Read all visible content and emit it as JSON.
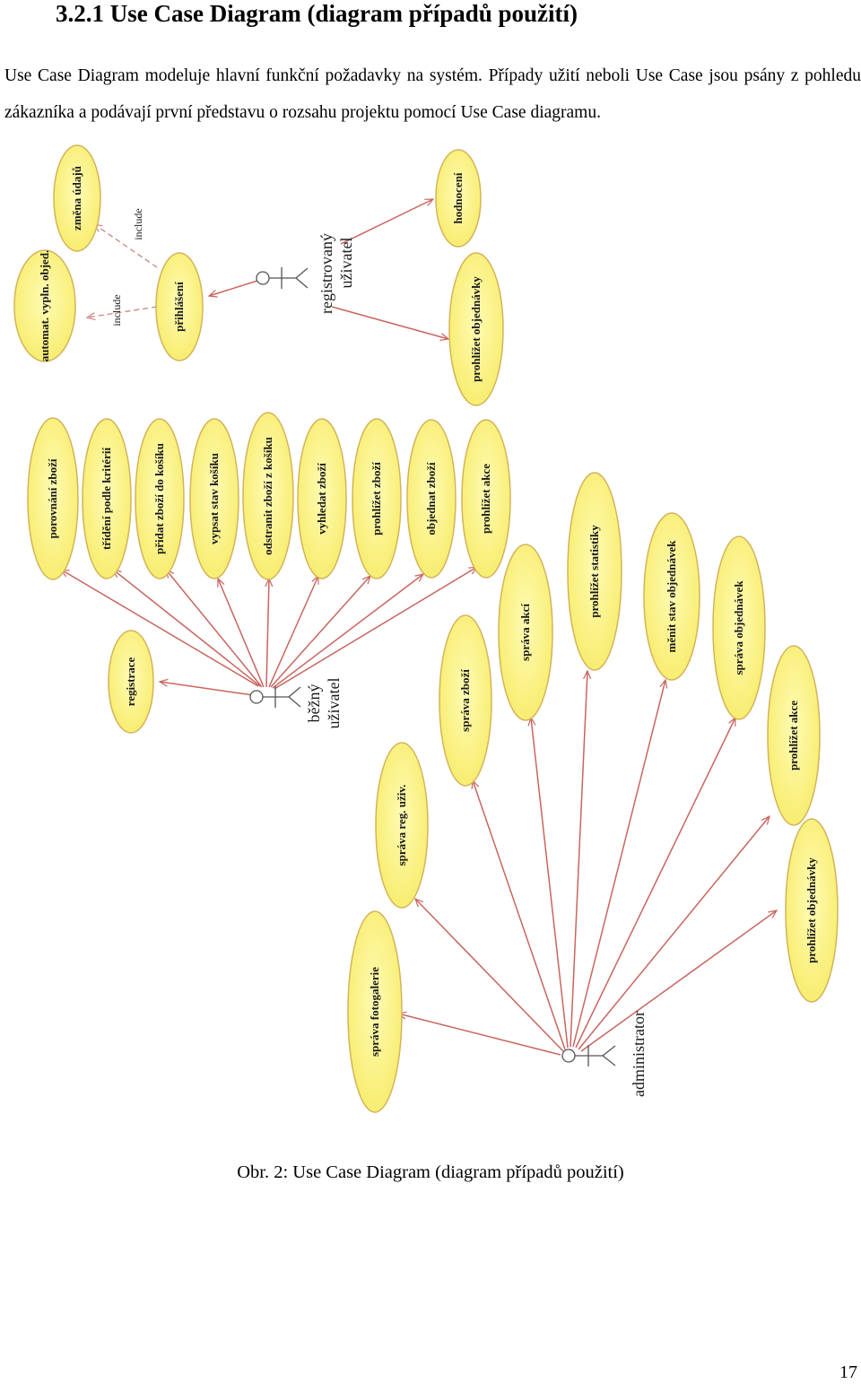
{
  "heading": "3.2.1 Use Case Diagram (diagram případů použití)",
  "paragraph": "Use Case Diagram modeluje hlavní funkční požadavky na systém. Případy užití neboli Use Case jsou psány z pohledu zákazníka a podávají první představu o rozsahu projektu pomocí Use Case diagramu.",
  "caption": "Obr. 2: Use Case Diagram (diagram případů použití)",
  "page_number": "17",
  "colors": {
    "ellipse_fill": "#fbf58c",
    "ellipse_stroke": "#d4b35a",
    "association": "#c9655f",
    "include": "#c98480"
  },
  "actors": {
    "registered": "registrovaný uživatel",
    "regular": "běžný uživatel",
    "admin": "administrator"
  },
  "include_label": "include",
  "use_cases": {
    "zmena_udaju": "změna údajů",
    "automat": "automat. vypln. objed.",
    "prihlaseni": "přihlášení",
    "hodnoceni": "hodnocení",
    "prohlizet_objednavky_reg": "prohlížet objednávky",
    "porovnani_zbozi": "porovnání zboží",
    "trideni": "třídění podle kritérií",
    "pridat_do_kosiku": "přidat zboží do košíku",
    "vypsat_stav_kosiku": "vypsat stav košíku",
    "odstranit_z_kosiku": "odstranit zboží z košíku",
    "vyhledat_zbozi": "vyhledat zboží",
    "prohlizet_zbozi": "prohlížet zboží",
    "objednat_zbozi": "objednat zboží",
    "prohlizet_akce_user": "prohlížet akce",
    "registrace": "registrace",
    "sprava_akci": "správa akcí",
    "prohlizet_statistiky": "prohlížet statistiky",
    "menit_stav_objednavek": "měnit stav objednávek",
    "sprava_objednavek": "správa objednávek",
    "prohlizet_akce_admin": "prohlížet akce",
    "prohlizet_objednavky_admin": "prohlížet objednávky",
    "sprava_zbozi": "správa zboží",
    "sprava_reg_uziv": "správa reg. uživ.",
    "sprava_fotogalerie": "správa fotogalerie"
  }
}
